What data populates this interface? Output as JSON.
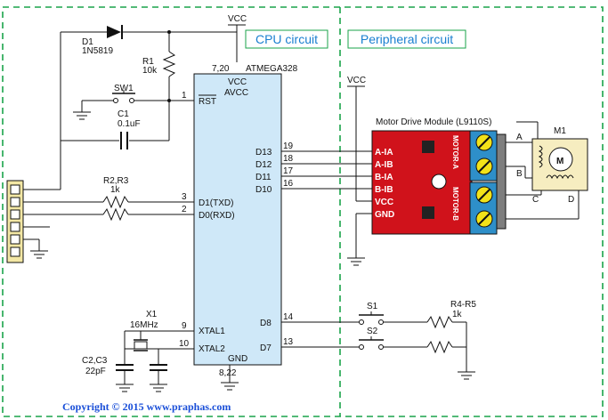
{
  "headers": {
    "cpu": "CPU circuit",
    "peripheral": "Peripheral circuit"
  },
  "labels": {
    "vcc_top": "VCC",
    "vcc_periph": "VCC",
    "d1_name": "D1",
    "d1_part": "1N5819",
    "r1_name": "R1",
    "r1_value": "10k",
    "sw1": "SW1",
    "c1_name": "C1",
    "c1_value": "0.1uF",
    "r23_name": "R2,R3",
    "r23_value": "1k",
    "x1_name": "X1",
    "x1_value": "16MHz",
    "c23_name": "C2,C3",
    "c23_value": "22pF",
    "s1": "S1",
    "s2": "S2",
    "r45_name": "R4-R5",
    "r45_value": "1k",
    "module_title": "Motor Drive Module (L9110S)",
    "m1": "M1",
    "motor_symbol": "M",
    "copyright": "Copyright © 2015 www.praphas.com"
  },
  "mcu": {
    "name": "ATMEGA328",
    "top_pins": "7,20",
    "bottom_pins": "8,22",
    "vcc": "VCC",
    "avcc": "AVCC",
    "rst": "RST",
    "txd": "D1(TXD)",
    "rxd": "D0(RXD)",
    "xtal1": "XTAL1",
    "xtal2": "XTAL2",
    "gnd": "GND",
    "d13": "D13",
    "d12": "D12",
    "d11": "D11",
    "d10": "D10",
    "d8": "D8",
    "d7": "D7"
  },
  "pin_numbers": {
    "rst": "1",
    "txd": "3",
    "rxd": "2",
    "xtal1": "9",
    "xtal2": "10",
    "d13": "19",
    "d12": "18",
    "d11": "17",
    "d10": "16",
    "d8": "14",
    "d7": "13"
  },
  "module_pins": [
    "A-IA",
    "A-IB",
    "B-IA",
    "B-IB",
    "VCC",
    "GND"
  ],
  "module_side": [
    "MOTOR-A",
    "MOTOR-B"
  ],
  "motor_terminals": [
    "A",
    "B",
    "C",
    "D"
  ],
  "colors": {
    "mcu_fill": "#cfe8f8",
    "module_fill": "#d0121b",
    "divider": "#1aa34a",
    "header_text": "#1a7fd0",
    "copyright": "#1a4fd8"
  }
}
